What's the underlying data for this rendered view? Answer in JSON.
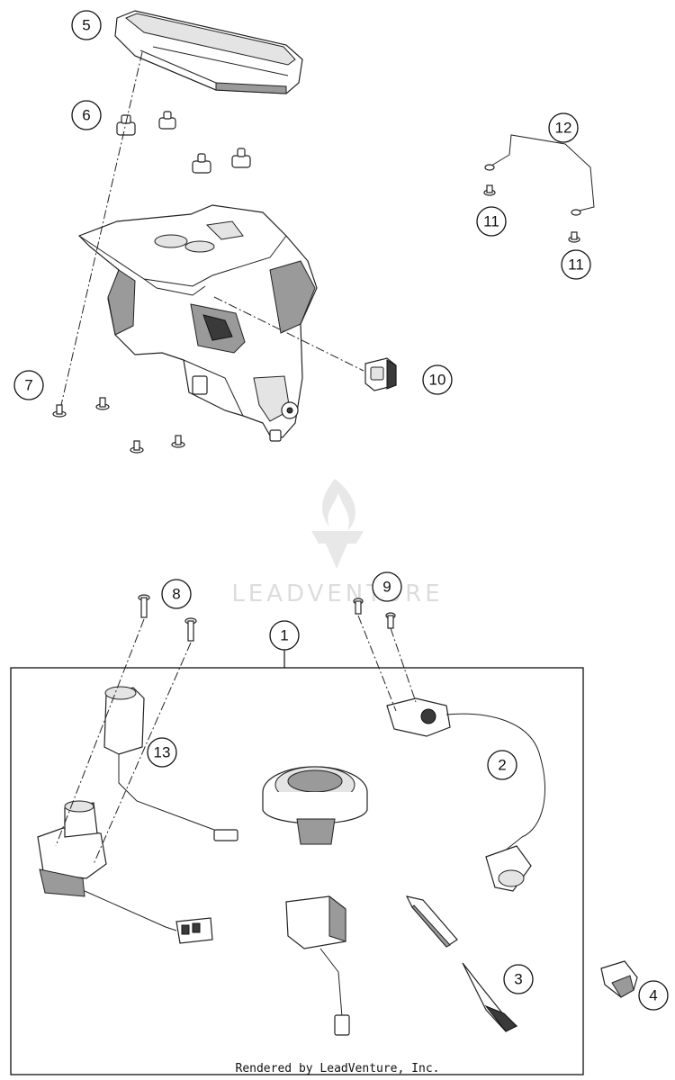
{
  "callouts": [
    "1",
    "2",
    "3",
    "4",
    "5",
    "6",
    "7",
    "8",
    "9",
    "10",
    "11",
    "11",
    "12",
    "13"
  ],
  "watermark": {
    "text": "LEADVENTURE"
  },
  "footer": {
    "text": "Rendered by LeadVenture, Inc."
  }
}
